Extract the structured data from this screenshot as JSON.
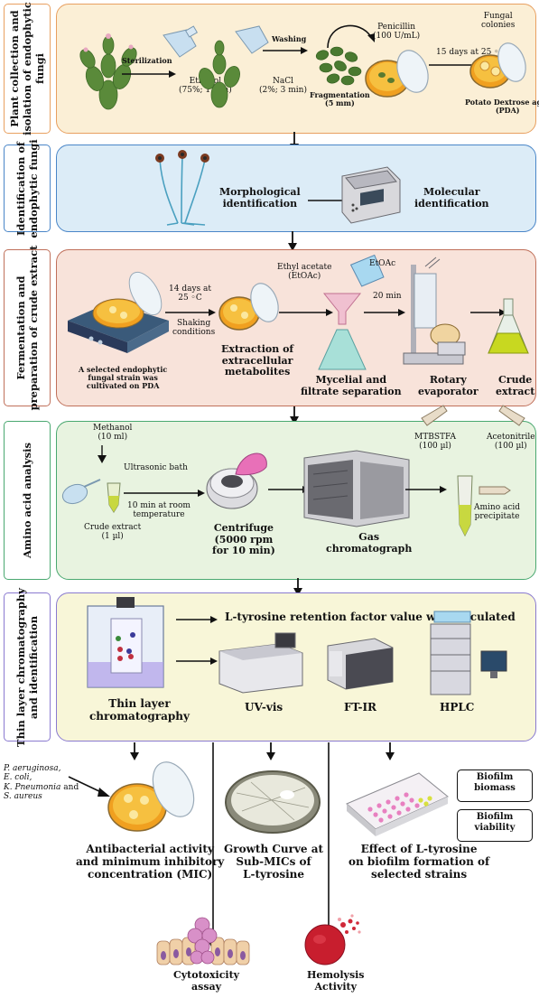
{
  "colors": {
    "stage1_border": "#e8a060",
    "stage1_fill": "#fbefd6",
    "stage2_border": "#4a86c8",
    "stage2_fill": "#dcecf7",
    "stage3_border": "#c0705a",
    "stage3_fill": "#f8e3da",
    "stage4_border": "#4aa870",
    "stage4_fill": "#e8f3e0",
    "stage5_border": "#8a7ad0",
    "stage5_fill": "#f8f6d8",
    "plant": "#5a8a3a",
    "petri_gold": "#f0a020",
    "arrow": "#111111"
  },
  "stage1": {
    "label_line1": "Plant collection and",
    "label_line2": "isolation of endophytic",
    "label_line3": "fungi",
    "sterilization": "Sterilization",
    "ethanol_line1": "Ethanol",
    "ethanol_line2": "(75%; 1 min)",
    "washing": "Washing",
    "nacl_line1": "NaCl",
    "nacl_line2": "(2%; 3 min)",
    "fragmentation_line1": "Fragmentation",
    "fragmentation_line2": "(5 mm)",
    "penicillin_line1": "Penicillin",
    "penicillin_line2": "(100 U/mL)",
    "incubation": "15 days at 25 ◦C",
    "fungal_line1": "Fungal",
    "fungal_line2": "colonies",
    "pda_line1": "Potato Dextrose agar",
    "pda_line2": "(PDA)"
  },
  "stage2": {
    "label_line1": "Identification of",
    "label_line2": "endophytic fungi",
    "morph_line1": "Morphological",
    "morph_line2": "identification",
    "mol_line1": "Molecular",
    "mol_line2": "identification",
    "fungus_icon": "fungal-hyphae-icon",
    "pcr_icon": "thermal-cycler-icon"
  },
  "stage3": {
    "label_line1": "Fermentation and",
    "label_line2": "preparation of crude extract",
    "days_line1": "14 days at",
    "days_line2": "25 ◦C",
    "shaking_line1": "Shaking",
    "shaking_line2": "conditions",
    "ethyl_line1": "Ethyl acetate",
    "ethyl_line2": "(EtOAc)",
    "etoac": "EtOAc",
    "min20": "20 min",
    "selected_line1": "A selected endophytic",
    "selected_line2": "fungal strain was",
    "selected_line3": "cultivated on PDA",
    "extraction_line1": "Extraction of",
    "extraction_line2": "extracellular",
    "extraction_line3": "metabolites",
    "mycelial_line1": "Mycelial and",
    "mycelial_line2": "filtrate separation",
    "rotary_line1": "Rotary",
    "rotary_line2": "evaporator",
    "crude_line1": "Crude",
    "crude_line2": "extract"
  },
  "stage4": {
    "label": "Amino acid analysis",
    "methanol_line1": "Methanol",
    "methanol_line2": "(10 ml)",
    "ultrasonic": "Ultrasonic bath",
    "tenmin_line1": "10 min at room",
    "tenmin_line2": "temperature",
    "crude_line1": "Crude extract",
    "crude_line2": "(1 µl)",
    "centrifuge_line1": "Centrifuge",
    "centrifuge_line2": "(5000 rpm",
    "centrifuge_line3": "for 10 min)",
    "gas_line1": "Gas",
    "gas_line2": "chromatograph",
    "mtbstfa_line1": "MTBSTFA",
    "mtbstfa_line2": "(100 µl)",
    "acetonitrile_line1": "Acetonitrile",
    "acetonitrile_line2": "(100 µl)",
    "amino_line1": "Amino acid",
    "amino_line2": "precipitate"
  },
  "stage5": {
    "label_line1": "Thin layer chromatography",
    "label_line2": "and identification",
    "retention": "L-tyrosine retention factor value was calculated",
    "tlc_line1": "Thin layer",
    "tlc_line2": "chromatography",
    "uvvis": "UV-vis",
    "ftir": "FT-IR",
    "hplc": "HPLC"
  },
  "bottom": {
    "strain1": "P. aeruginosa,",
    "strain2": "E. coli,",
    "strain3": "K. Pneumonia",
    "strain3b": " and",
    "strain4": "S. aureus",
    "antibac_line1": "Antibacterial activity",
    "antibac_line2": "and minimum inhibitory",
    "antibac_line3": "concentration (MIC)",
    "growth_line1": "Growth Curve at",
    "growth_line2": "Sub-MICs of",
    "growth_line3": "L-tyrosine",
    "biofilm_line1": "Effect of L-tyrosine",
    "biofilm_line2": "on biofilm formation of",
    "biofilm_line3": "selected strains",
    "biomass_line1": "Biofilm",
    "biomass_line2": "biomass",
    "viability_line1": "Biofilm",
    "viability_line2": "viability",
    "cyto_line1": "Cytotoxicity",
    "cyto_line2": "assay",
    "hemo_line1": "Hemolysis",
    "hemo_line2": "Activity"
  }
}
